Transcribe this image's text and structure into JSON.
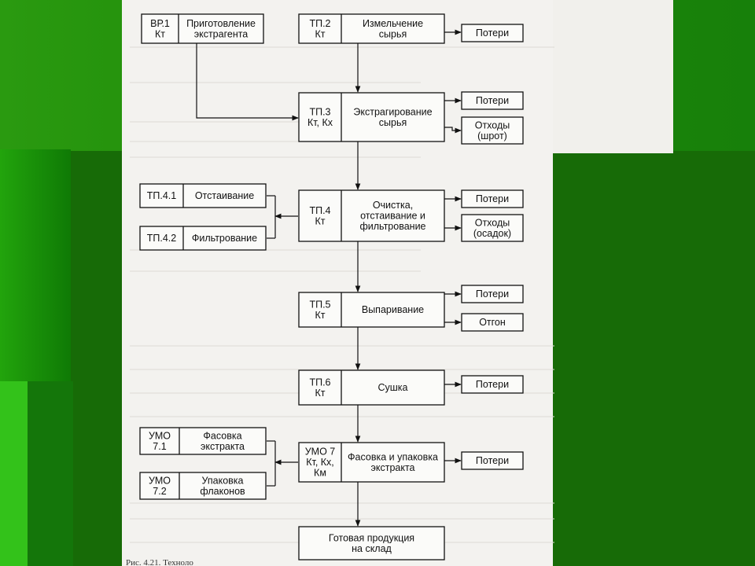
{
  "slide": {
    "background": "#1a8a0a"
  },
  "nodes": {
    "vr1": {
      "code": [
        "ВР.1",
        "Кт"
      ],
      "label": [
        "Приготовление",
        "экстрагента"
      ]
    },
    "tp2": {
      "code": [
        "ТП.2",
        "Кт"
      ],
      "label": [
        "Измельчение",
        "сырья"
      ]
    },
    "tp3": {
      "code": [
        "ТП.3",
        "Кт, Кх"
      ],
      "label": [
        "Экстрагирование",
        "сырья"
      ]
    },
    "tp4": {
      "code": [
        "ТП.4",
        "Кт"
      ],
      "label": [
        "Очистка,",
        "отстаивание и",
        "фильтрование"
      ]
    },
    "tp41": {
      "code": [
        "ТП.4.1"
      ],
      "label": [
        "Отстаивание"
      ]
    },
    "tp42": {
      "code": [
        "ТП.4.2"
      ],
      "label": [
        "Фильтрование"
      ]
    },
    "tp5": {
      "code": [
        "ТП.5",
        "Кт"
      ],
      "label": [
        "Выпаривание"
      ]
    },
    "tp6": {
      "code": [
        "ТП.6",
        "Кт"
      ],
      "label": [
        "Сушка"
      ]
    },
    "umo7": {
      "code": [
        "УМО 7",
        "Кт, Кх,",
        "Км"
      ],
      "label": [
        "Фасовка и упаковка",
        "экстракта"
      ]
    },
    "umo71": {
      "code": [
        "УМО",
        "7.1"
      ],
      "label": [
        "Фасовка",
        "экстракта"
      ]
    },
    "umo72": {
      "code": [
        "УМО",
        "7.2"
      ],
      "label": [
        "Упаковка",
        "флаконов"
      ]
    },
    "final": {
      "label": [
        "Готовая продукция",
        "на склад"
      ]
    }
  },
  "outputs": {
    "loss2": [
      "Потери"
    ],
    "loss3": [
      "Потери"
    ],
    "waste3": [
      "Отходы",
      "(шрот)"
    ],
    "loss4": [
      "Потери"
    ],
    "waste4": [
      "Отходы",
      "(осадок)"
    ],
    "loss5": [
      "Потери"
    ],
    "distill5": [
      "Отгон"
    ],
    "loss6": [
      "Потери"
    ],
    "loss7": [
      "Потери"
    ]
  },
  "caption": "Рис. 4.21. Техноло"
}
